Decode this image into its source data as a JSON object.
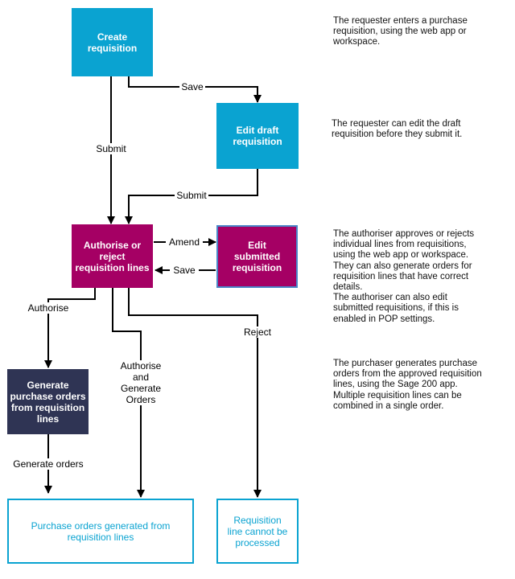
{
  "boxes": {
    "create": "Create requisition",
    "edit_draft": "Edit draft requisition",
    "authorise": "Authorise or reject requisition lines",
    "edit_submitted": "Edit submitted requisition",
    "generate": "Generate purchase orders from requisition lines",
    "po_generated": "Purchase orders generated from requisition lines",
    "cannot_process": "Requisition line cannot be processed"
  },
  "labels": {
    "save_1": "Save",
    "submit_1": "Submit",
    "submit_2": "Submit",
    "amend": "Amend",
    "save_2": "Save",
    "authorise": "Authorise",
    "authorise_generate_1": "Authorise",
    "authorise_generate_2": "and",
    "authorise_generate_3": "Generate",
    "authorise_generate_4": "Orders",
    "reject": "Reject",
    "generate_orders": "Generate orders"
  },
  "notes": {
    "note1": [
      "The requester enters a purchase",
      "requisition, using the web app or",
      "workspace."
    ],
    "note2": [
      "The requester can edit the draft",
      "requisition before they submit it."
    ],
    "note3": [
      "The authoriser approves or rejects",
      "individual lines from requisitions,",
      "using the web app or workspace.",
      "They can also generate orders for",
      "requisition lines that have correct",
      "details.",
      "The authoriser can also edit",
      "submitted requisitions, if this is",
      "enabled in POP settings."
    ],
    "note4": [
      "The purchaser generates purchase",
      "orders from the approved requisition",
      "lines, using the Sage 200 app.",
      "Multiple requisition lines can be",
      "combined in a single order."
    ]
  },
  "colors": {
    "cyan": "#0aa3d1",
    "magenta": "#a50064",
    "navy": "#2f3454"
  }
}
